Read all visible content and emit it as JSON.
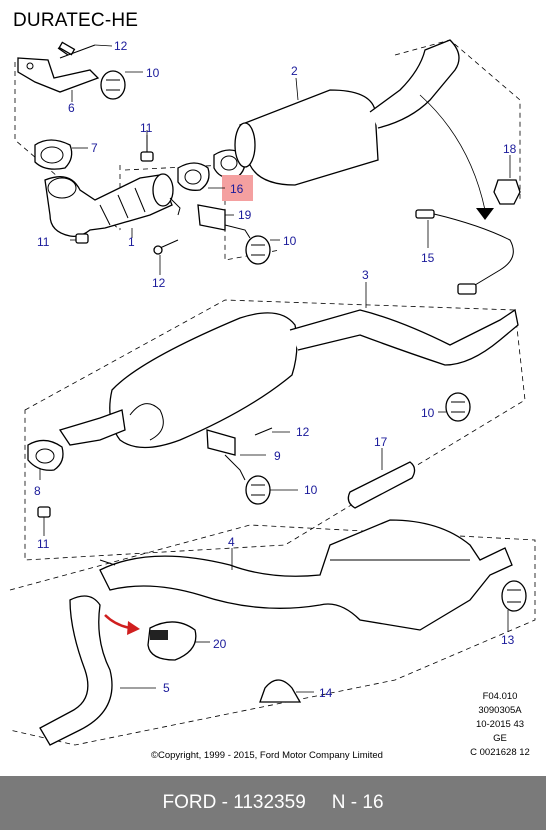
{
  "title": "DURATEC-HE",
  "labels": [
    {
      "id": "12a",
      "text": "12"
    },
    {
      "id": "10a",
      "text": "10"
    },
    {
      "id": "6",
      "text": "6"
    },
    {
      "id": "2",
      "text": "2"
    },
    {
      "id": "7",
      "text": "7"
    },
    {
      "id": "11a",
      "text": "11"
    },
    {
      "id": "18",
      "text": "18"
    },
    {
      "id": "16",
      "text": "16"
    },
    {
      "id": "19",
      "text": "19"
    },
    {
      "id": "11b",
      "text": "11"
    },
    {
      "id": "1",
      "text": "1"
    },
    {
      "id": "10b",
      "text": "10"
    },
    {
      "id": "12b",
      "text": "12"
    },
    {
      "id": "15",
      "text": "15"
    },
    {
      "id": "3",
      "text": "3"
    },
    {
      "id": "10c",
      "text": "10"
    },
    {
      "id": "12c",
      "text": "12"
    },
    {
      "id": "9",
      "text": "9"
    },
    {
      "id": "17",
      "text": "17"
    },
    {
      "id": "8",
      "text": "8"
    },
    {
      "id": "10d",
      "text": "10"
    },
    {
      "id": "11c",
      "text": "11"
    },
    {
      "id": "4",
      "text": "4"
    },
    {
      "id": "20",
      "text": "20"
    },
    {
      "id": "13",
      "text": "13"
    },
    {
      "id": "5",
      "text": "5"
    },
    {
      "id": "14",
      "text": "14"
    }
  ],
  "highlight": {
    "part": "16",
    "color": "#f4a0a0"
  },
  "arrow_color": "#d01f1f",
  "code_block": [
    "F04.010",
    "3090305A",
    "10-2015 43",
    "GE",
    "C 0021628 12"
  ],
  "copyright": "©Copyright, 1999 - 2015, Ford Motor Company Limited",
  "footer": {
    "part_ref": "FORD - 1132359",
    "page": "N - 16"
  }
}
